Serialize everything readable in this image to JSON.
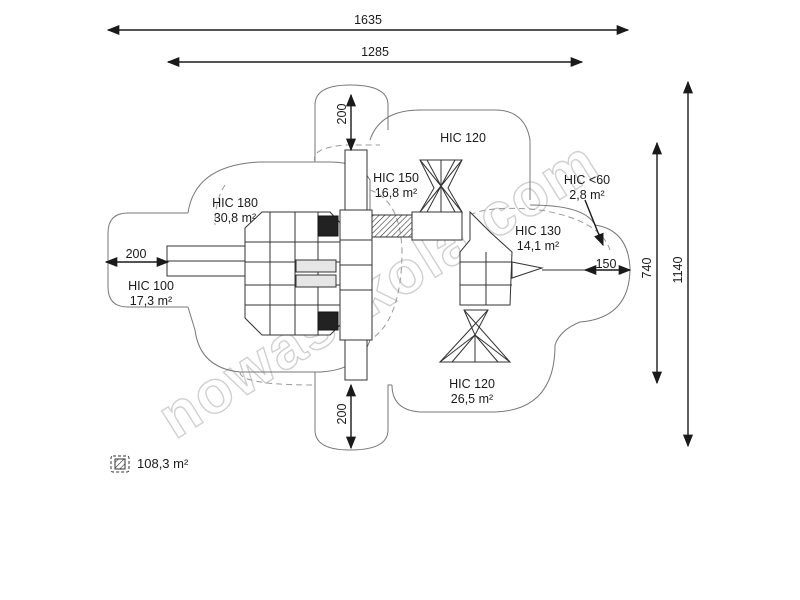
{
  "dimensions": {
    "total_width": "1635",
    "inner_width": "1285",
    "total_height": "1140",
    "inner_height": "740",
    "top_extension": "200",
    "bottom_extension": "200",
    "left_extension": "200",
    "right_extension": "150"
  },
  "zones": {
    "hic180": {
      "hic": "HIC 180",
      "area": "30,8 m²"
    },
    "hic150": {
      "hic": "HIC 150",
      "area": "16,8 m²"
    },
    "hic120_top": {
      "hic": "HIC 120"
    },
    "hic60": {
      "hic": "HIC <60",
      "area": "2,8 m²"
    },
    "hic130": {
      "hic": "HIC 130",
      "area": "14,1 m²"
    },
    "hic100": {
      "hic": "HIC 100",
      "area": "17,3 m²"
    },
    "hic120_bottom": {
      "hic": "HIC 120",
      "area": "26,5 m²"
    }
  },
  "legend": {
    "total_area": "108,3 m²",
    "icon": "hatched-square-icon"
  },
  "watermark": "nowaszkola.com"
}
